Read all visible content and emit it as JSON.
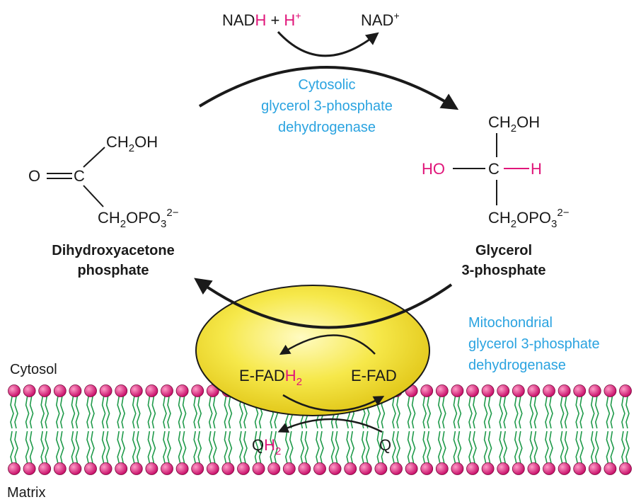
{
  "cofactor": {
    "nadh": "NAD",
    "nadh_h": "H",
    "plus": " + ",
    "hplus": "H",
    "hplus_sup": "+",
    "nad": "NAD",
    "nad_sup": "+"
  },
  "enzyme_cytosolic": [
    "Cytosolic",
    "glycerol 3-phosphate",
    "dehydrogenase"
  ],
  "enzyme_mito": [
    "Mitochondrial",
    "glycerol 3-phosphate",
    "dehydrogenase"
  ],
  "dhap": {
    "ch2oh": "CH",
    "ch2oh_sub": "2",
    "ch2oh_end": "OH",
    "o": "O",
    "c": "C",
    "ch2opo3": "CH",
    "sub2": "2",
    "opo": "OPO",
    "sub3": "3",
    "charge": "2−",
    "name_line1": "Dihydroxyacetone",
    "name_line2": "phosphate"
  },
  "g3p": {
    "ch2oh": "CH",
    "ch2oh_sub": "2",
    "ch2oh_end": "OH",
    "ho": "HO",
    "c": "C",
    "h": "H",
    "ch2opo3": "CH",
    "sub2": "2",
    "opo": "OPO",
    "sub3": "3",
    "charge": "2−",
    "name_line1": "Glycerol",
    "name_line2": "3-phosphate"
  },
  "fad": {
    "efadh": "E-FAD",
    "h2": "H",
    "h2_sub": "2",
    "efad": "E-FAD"
  },
  "quinone": {
    "q": "Q",
    "qh2_q": "Q",
    "qh2_h": "H",
    "qh2_sub": "2"
  },
  "labels": {
    "cytosol": "Cytosol",
    "matrix": "Matrix"
  },
  "colors": {
    "magenta": "#e0167a",
    "enzyme_blue": "#2aa3e0",
    "yellow": "#f2e02a",
    "membrane_green": "#1f9a4a",
    "lipid_head": "#e0167a"
  }
}
